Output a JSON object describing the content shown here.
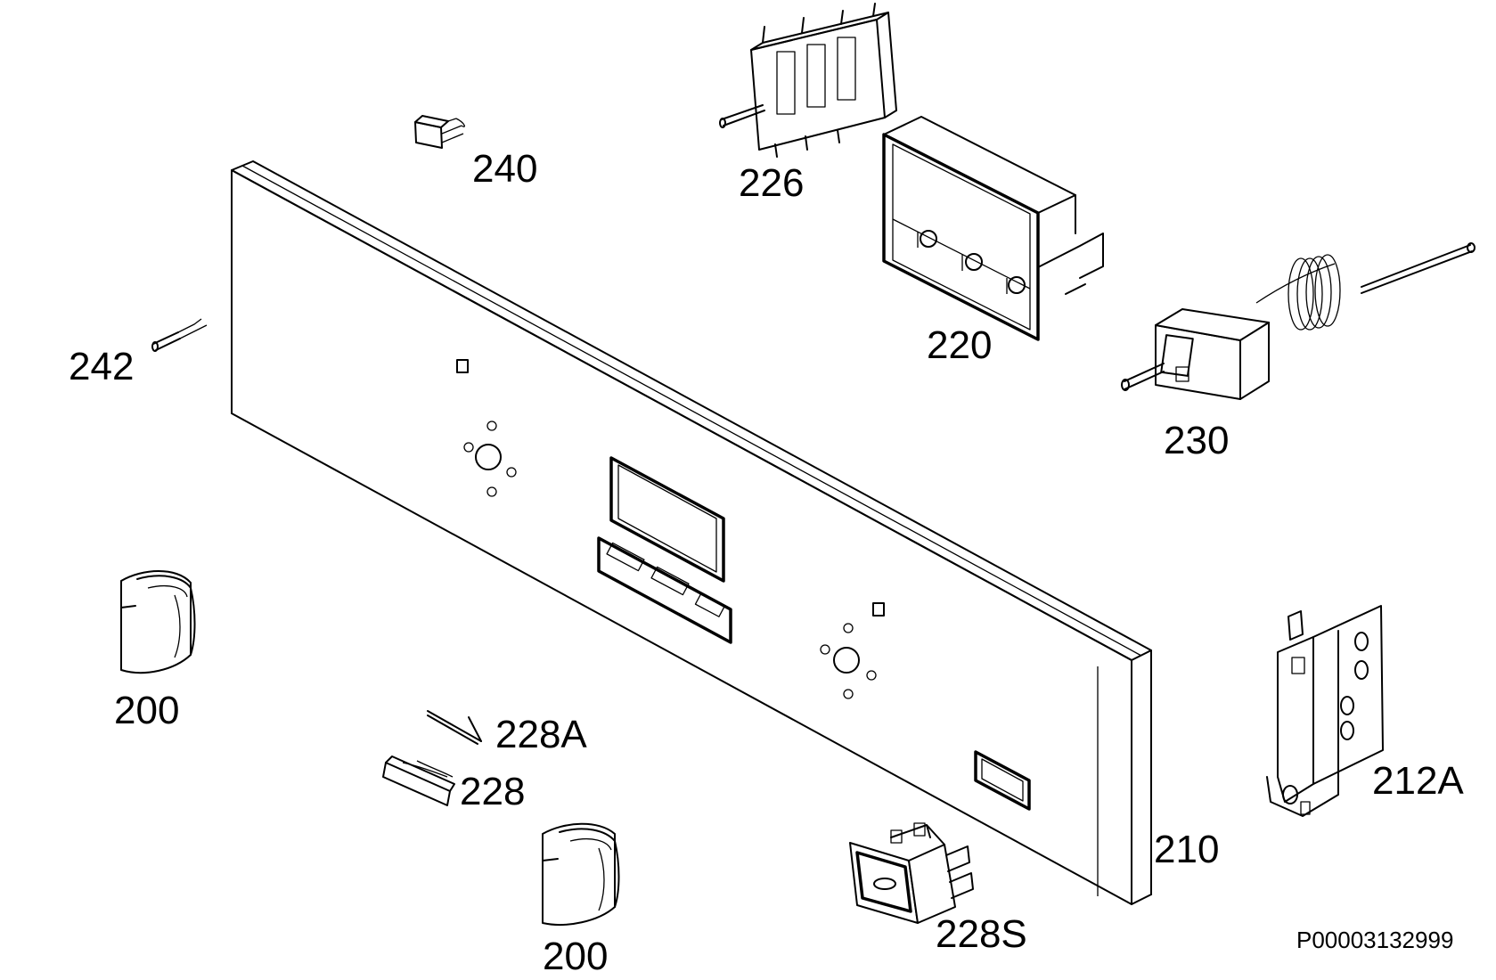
{
  "diagram": {
    "document_id": "P00003132999",
    "parts": [
      {
        "key": "knob_left",
        "label": "200",
        "depicts": "knob-icon"
      },
      {
        "key": "knob_bottom",
        "label": "200",
        "depicts": "knob-icon"
      },
      {
        "key": "panel",
        "label": "210",
        "depicts": "control-panel-icon"
      },
      {
        "key": "bracket",
        "label": "212A",
        "depicts": "bracket-icon"
      },
      {
        "key": "display_frame",
        "label": "220",
        "depicts": "display-frame-icon"
      },
      {
        "key": "selector_switch",
        "label": "226",
        "depicts": "selector-switch-icon"
      },
      {
        "key": "button_lever",
        "label": "228",
        "depicts": "push-button-icon"
      },
      {
        "key": "spring_rod",
        "label": "228A",
        "depicts": "rod-icon"
      },
      {
        "key": "rocker_switch",
        "label": "228S",
        "depicts": "switch-icon"
      },
      {
        "key": "thermostat",
        "label": "230",
        "depicts": "thermostat-icon"
      },
      {
        "key": "indicator_cap",
        "label": "240",
        "depicts": "indicator-lens-icon"
      },
      {
        "key": "indicator_lamp",
        "label": "242",
        "depicts": "indicator-lamp-icon"
      }
    ]
  }
}
